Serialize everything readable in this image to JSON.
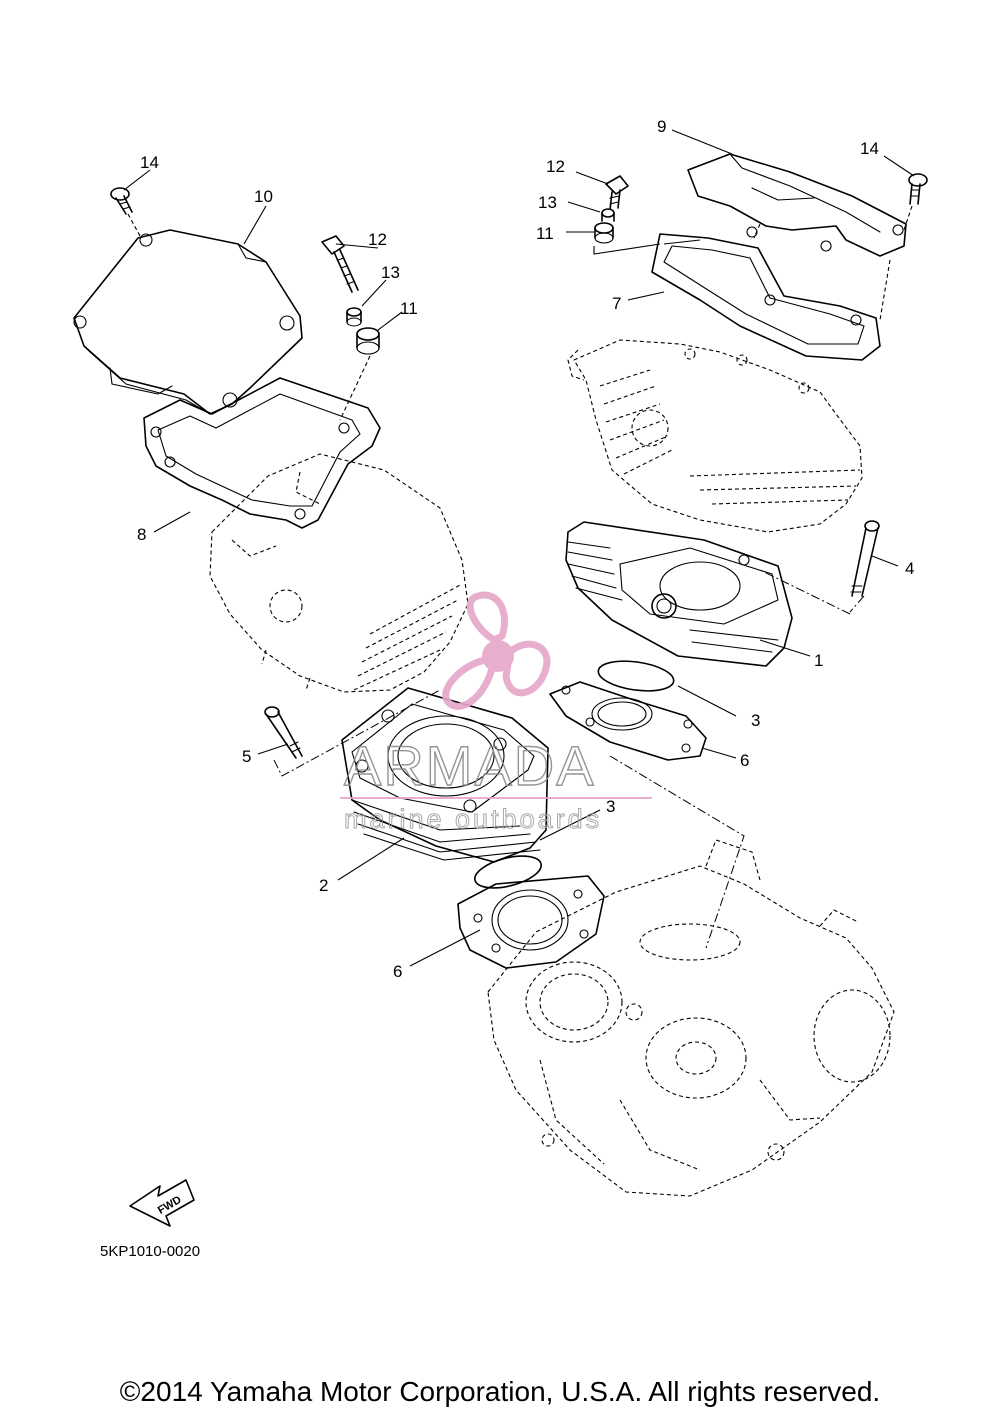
{
  "diagram": {
    "callouts": {
      "c1": "1",
      "c2": "2",
      "c3a": "3",
      "c3b": "3",
      "c4": "4",
      "c5": "5",
      "c6a": "6",
      "c6b": "6",
      "c7": "7",
      "c8": "8",
      "c9": "9",
      "c10": "10",
      "c11a": "11",
      "c11b": "11",
      "c12a": "12",
      "c12b": "12",
      "c13a": "13",
      "c13b": "13",
      "c14a": "14",
      "c14b": "14"
    },
    "fwd_label": "FWD",
    "drawing_code": "5KP1010-0020"
  },
  "watermark": {
    "brand": "ARMADA",
    "tagline": "marine outboards",
    "color": "#e6a6c8"
  },
  "footer": {
    "copyright": "©2014 Yamaha Motor Corporation, U.S.A. All rights reserved."
  }
}
